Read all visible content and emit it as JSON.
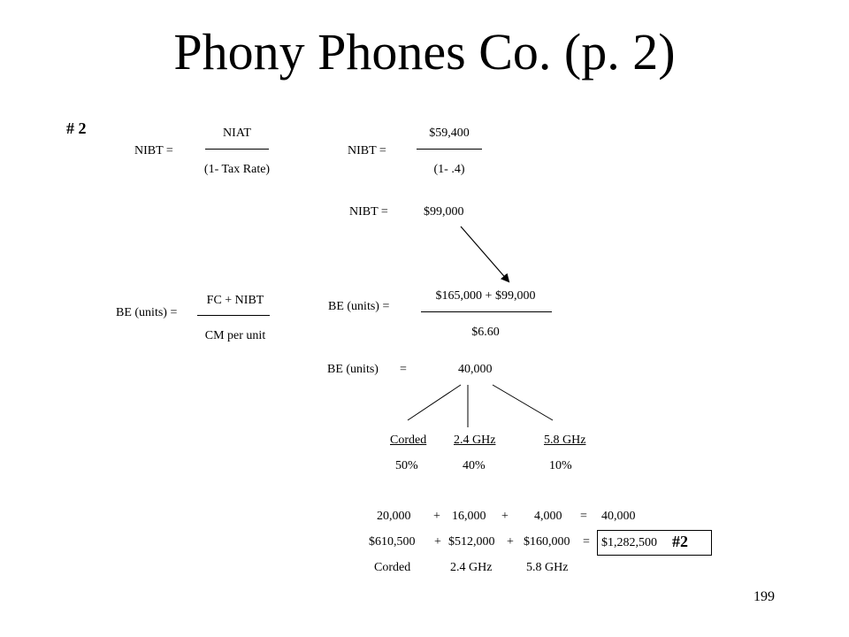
{
  "title": "Phony Phones Co. (p. 2)",
  "section_label": "# 2",
  "nibt_formula": {
    "lhs": "NIBT =",
    "numerator": "NIAT",
    "denominator": "(1- Tax Rate)"
  },
  "nibt_substituted": {
    "lhs": "NIBT =",
    "numerator": "$59,400",
    "denominator": "(1- .4)"
  },
  "nibt_result": {
    "lhs": "NIBT =",
    "value": "$99,000"
  },
  "be_formula": {
    "lhs": "BE (units)  =",
    "numerator": "FC + NIBT",
    "denominator": "CM per unit"
  },
  "be_substituted": {
    "lhs": "BE (units)   =",
    "numerator": "$165,000 + $99,000",
    "denominator": "$6.60"
  },
  "be_result": {
    "lhs": "BE (units)",
    "eq": "=",
    "value": "40,000"
  },
  "products": [
    {
      "name": "Corded",
      "pct": "50%"
    },
    {
      "name": "2.4 GHz",
      "pct": "40%"
    },
    {
      "name": "5.8 GHz",
      "pct": "10%"
    }
  ],
  "units_row": {
    "a": "20,000",
    "op1": "+",
    "b": "16,000",
    "op2": "+",
    "c": "4,000",
    "eq": "=",
    "total": "40,000"
  },
  "revenue_row": {
    "a": "$610,500",
    "op1": "+",
    "b": "$512,000",
    "op2": "+",
    "c": "$160,000",
    "eq": "=",
    "total": "$1,282,500",
    "answer_tag": "#2"
  },
  "footer_labels": [
    "Corded",
    "2.4 GHz",
    "5.8 GHz"
  ],
  "page_number": "199"
}
